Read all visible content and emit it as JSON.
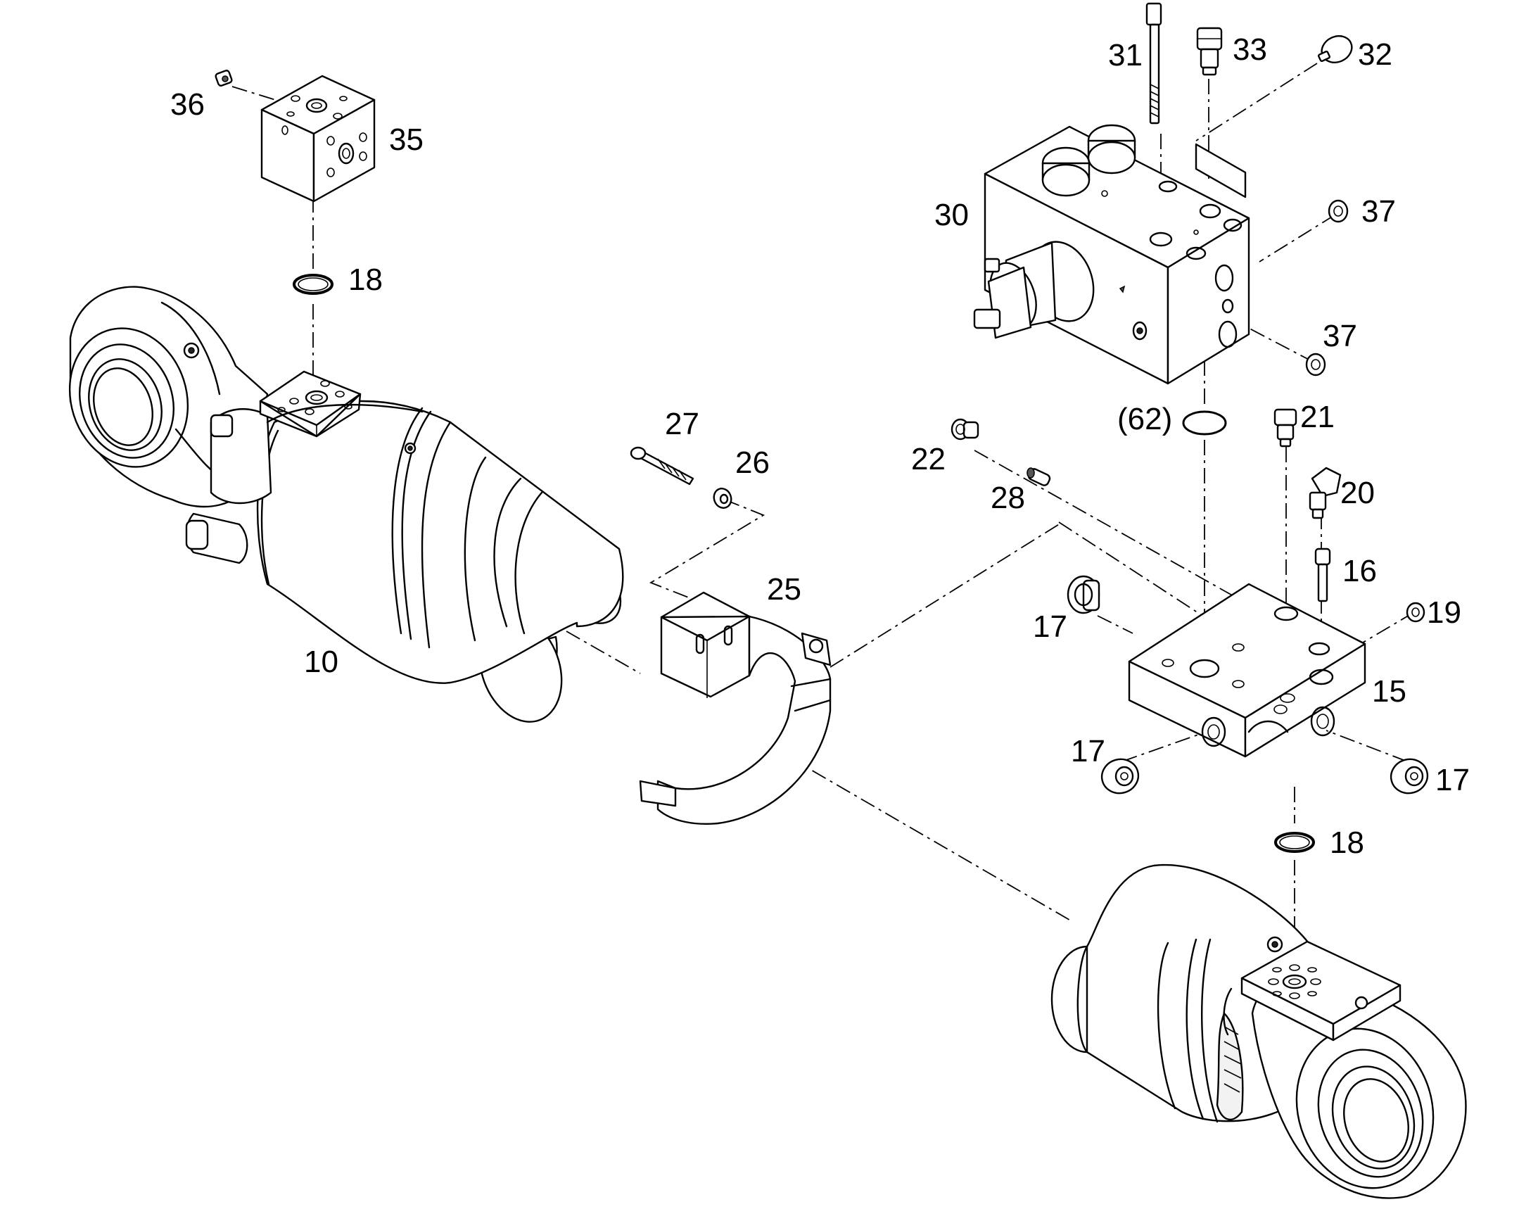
{
  "labels": {
    "p10": "10",
    "p15": "15",
    "p16": "16",
    "p17a": "17",
    "p17b": "17",
    "p17c": "17",
    "p18a": "18",
    "p18b": "18",
    "p19": "19",
    "p20": "20",
    "p21": "21",
    "p22": "22",
    "p25": "25",
    "p26": "26",
    "p27": "27",
    "p28": "28",
    "p30": "30",
    "p31": "31",
    "p32": "32",
    "p33": "33",
    "p35": "35",
    "p36": "36",
    "p37a": "37",
    "p37b": "37",
    "p62": "(62)"
  }
}
